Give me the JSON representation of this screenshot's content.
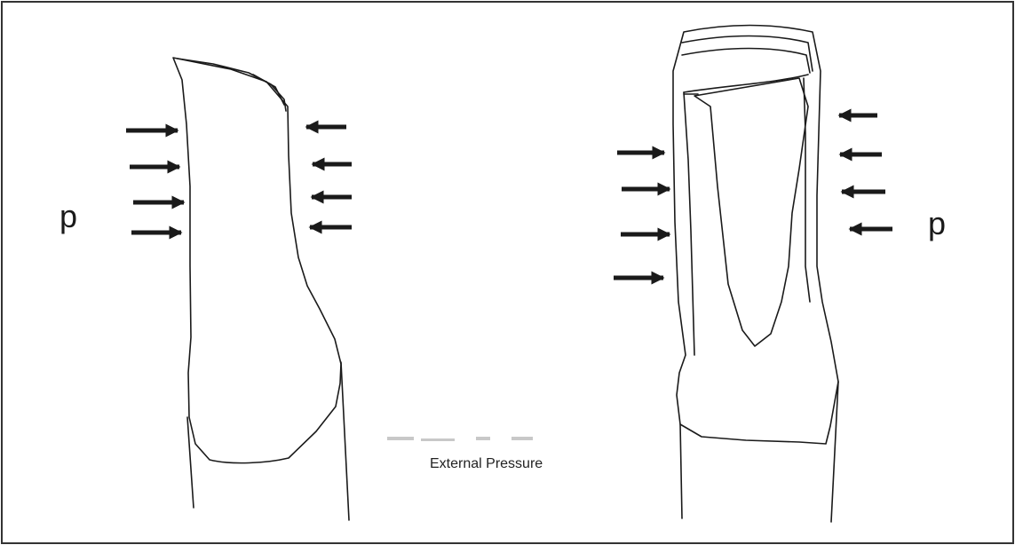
{
  "labels": {
    "left_pressure": "p",
    "right_pressure": "p",
    "caption": "External Pressure"
  },
  "colors": {
    "stroke": "#1a1a1a",
    "frame": "#333333",
    "background": "#ffffff"
  }
}
